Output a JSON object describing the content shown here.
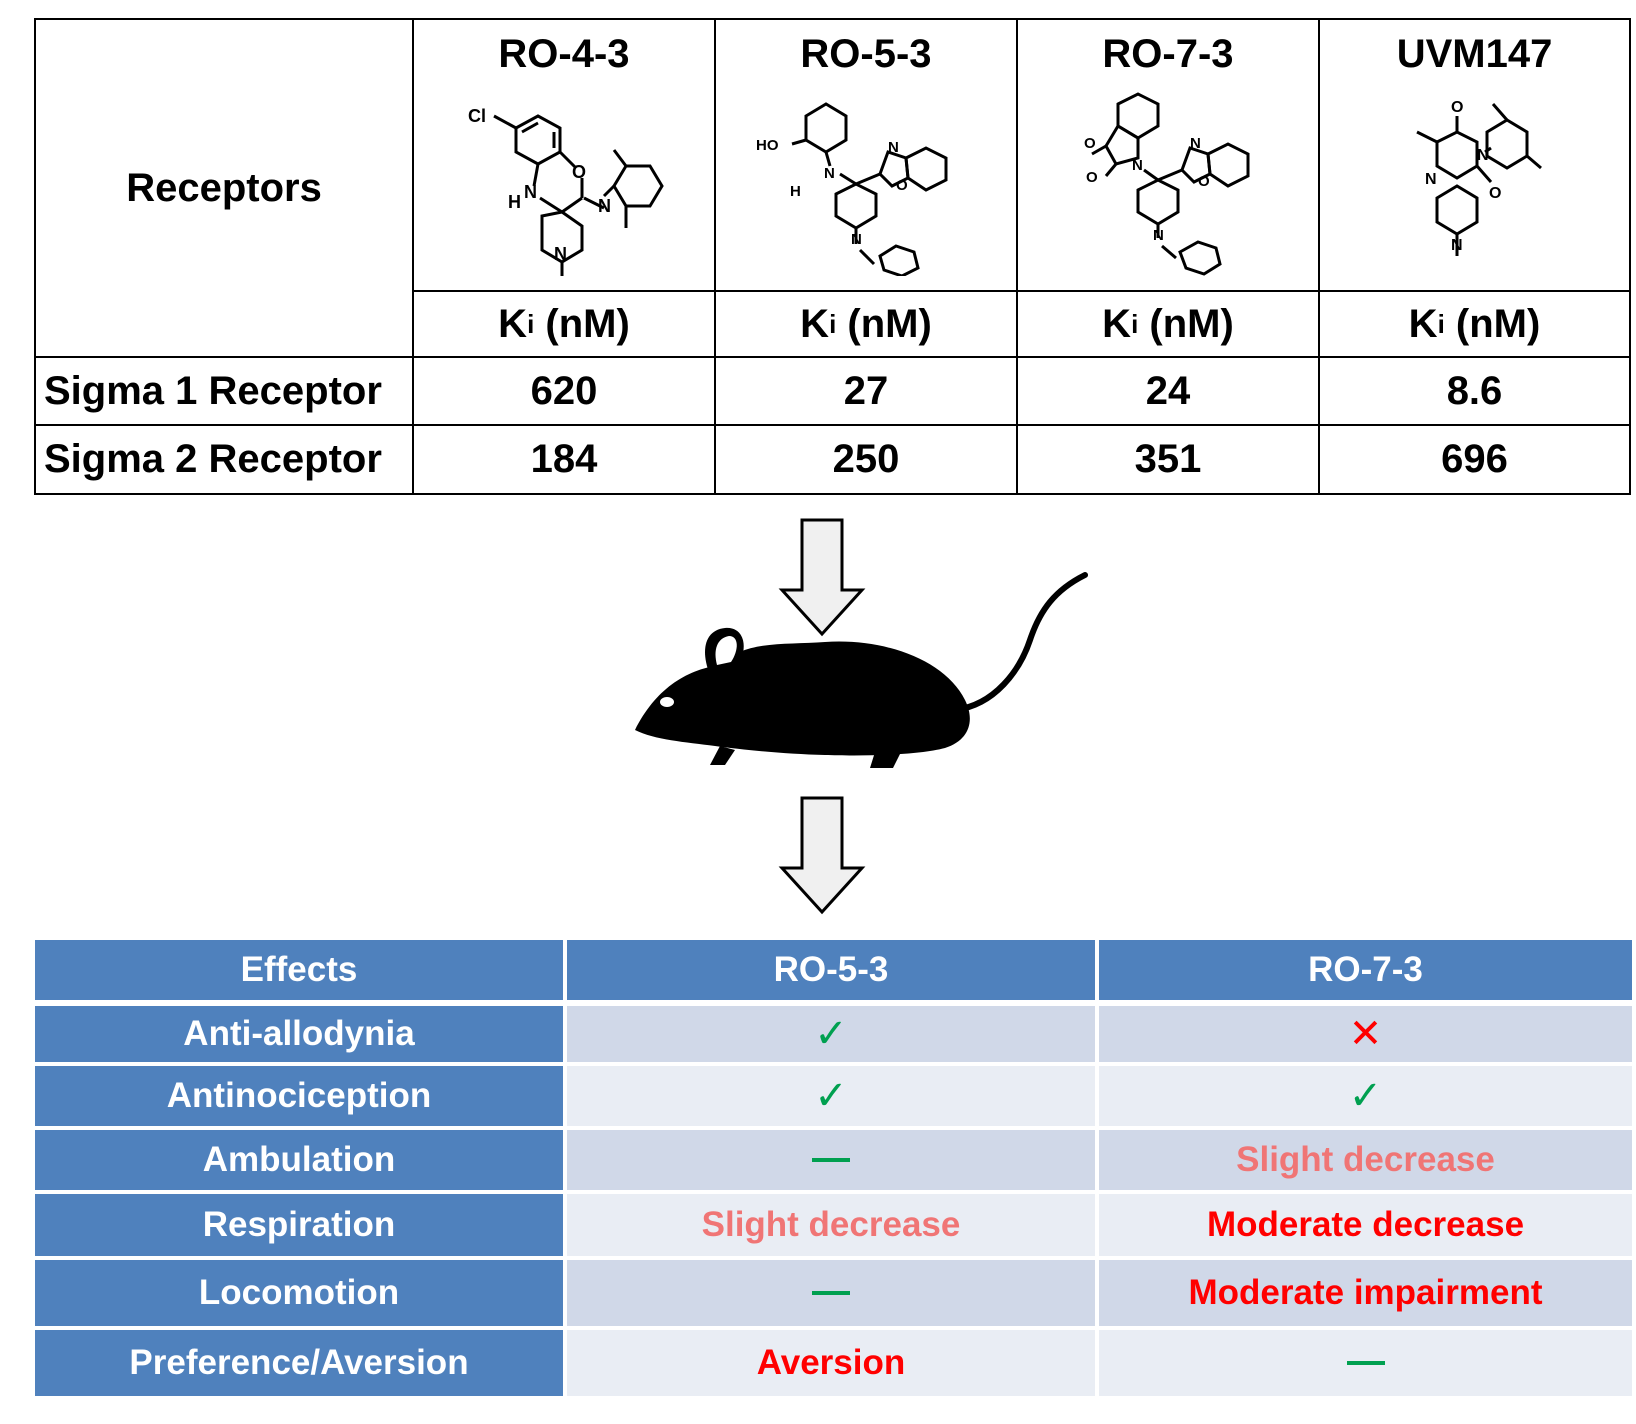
{
  "top_table": {
    "corner_label": "Receptors",
    "ki_label": "K",
    "ki_sub": "i",
    "ki_unit": "(nM)",
    "compounds": [
      "RO-4-3",
      "RO-5-3",
      "RO-7-3",
      "UVM147"
    ],
    "rows": [
      {
        "label": "Sigma 1 Receptor",
        "values": [
          "620",
          "27",
          "24",
          "8.6"
        ]
      },
      {
        "label": "Sigma 2 Receptor",
        "values": [
          "184",
          "250",
          "351",
          "696"
        ]
      }
    ],
    "structure_atoms": {
      "cl": "Cl",
      "o": "O",
      "n": "N",
      "h": "H",
      "ho": "HO"
    }
  },
  "effects_table": {
    "headers": [
      "Effects",
      "RO-5-3",
      "RO-7-3"
    ],
    "rows": [
      {
        "effect": "Anti-allodynia",
        "ro53": {
          "kind": "check",
          "text": "✓"
        },
        "ro73": {
          "kind": "cross",
          "text": "✕"
        }
      },
      {
        "effect": "Antinociception",
        "ro53": {
          "kind": "check",
          "text": "✓"
        },
        "ro73": {
          "kind": "check",
          "text": "✓"
        }
      },
      {
        "effect": "Ambulation",
        "ro53": {
          "kind": "dash",
          "text": ""
        },
        "ro73": {
          "kind": "slight",
          "text": "Slight decrease"
        }
      },
      {
        "effect": "Respiration",
        "ro53": {
          "kind": "slight",
          "text": "Slight decrease"
        },
        "ro73": {
          "kind": "moderate",
          "text": "Moderate decrease"
        }
      },
      {
        "effect": "Locomotion",
        "ro53": {
          "kind": "dash",
          "text": ""
        },
        "ro73": {
          "kind": "moderate",
          "text": "Moderate impairment"
        }
      },
      {
        "effect": "Preference/Aversion",
        "ro53": {
          "kind": "moderate",
          "text": "Aversion"
        },
        "ro73": {
          "kind": "dash",
          "text": ""
        }
      }
    ]
  },
  "colors": {
    "header_blue": "#4f81bd",
    "row_dark": "#d0d8e8",
    "row_light": "#e9edf4",
    "check_green": "#00a050",
    "slight_red": "#f07575",
    "strong_red": "#ff0000"
  },
  "icons": [
    "down-arrow-icon",
    "mouse-icon",
    "check-icon",
    "cross-icon",
    "dash-icon"
  ]
}
